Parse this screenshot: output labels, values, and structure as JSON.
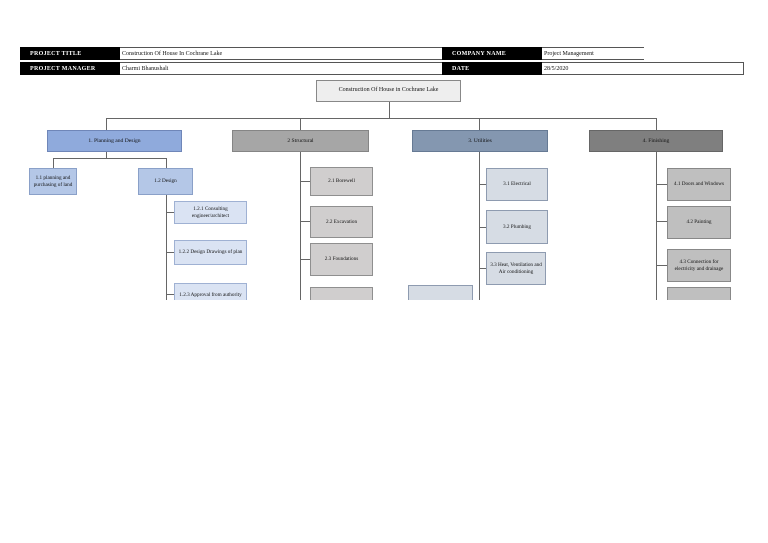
{
  "header": {
    "project_title_label": "PROJECT TITLE",
    "project_title_value": "Construction Of House In Cochrane Lake",
    "company_name_label": "COMPANY NAME",
    "company_name_value": "Project Management",
    "project_manager_label": "PROJECT MANAGER",
    "project_manager_value": "Charmi Bhanushali",
    "date_label": "DATE",
    "date_value": "28/5/2020"
  },
  "wbs": {
    "root": "Construction Of House in Cochrane  Lake",
    "planning": {
      "title": "1. Planning and Design",
      "items": [
        "1.1 planning and purchasing of land",
        "1.2 Design"
      ],
      "design_items": [
        "1.2.1 Consulting engineer/architect",
        "1.2.2 Design Drawings of plan",
        "1.2.3 Approval from authority"
      ]
    },
    "structural": {
      "title": "2 Structural",
      "items": [
        "2.1 Borewell",
        "2.2 Excavation",
        "2.3 Foundations"
      ]
    },
    "utilities": {
      "title": "3. Utilities",
      "items": [
        "3.1 Electrical",
        "3.2 Plumbing",
        "3.3 Heat, Ventilation and Air conditioning"
      ]
    },
    "finishing": {
      "title": "4. Finishing",
      "items": [
        "4.1 Doors and Windows",
        "4.2 Painting",
        "4.3 Connection for electricity and drainage"
      ]
    }
  }
}
